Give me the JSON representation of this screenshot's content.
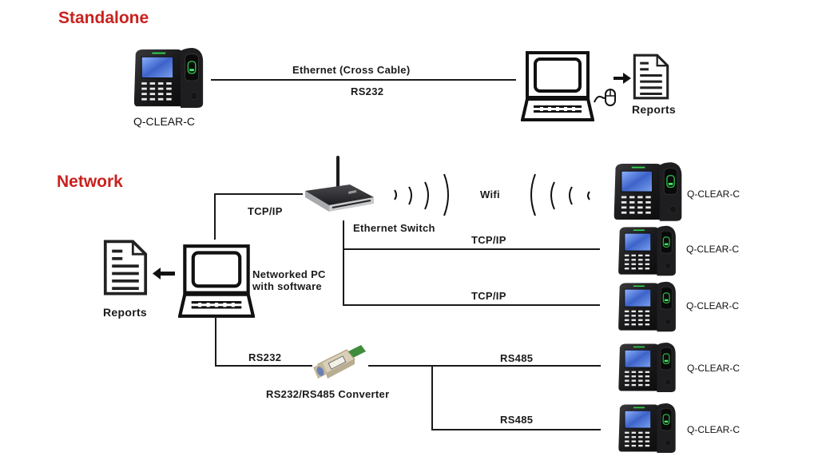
{
  "sections": {
    "standalone": {
      "title": "Standalone",
      "device_label": "Q-CLEAR-C",
      "link_label_top": "Ethernet  (Cross Cable)",
      "link_label_bottom": "RS232",
      "reports_label": "Reports"
    },
    "network": {
      "title": "Network",
      "switch_label": "Ethernet Switch",
      "pc_label_line1": "Networked PC",
      "pc_label_line2": "with software",
      "reports_label": "Reports",
      "pc_to_switch_label": "TCP/IP",
      "wifi_label": "Wifi",
      "converter_label": "RS232/RS485 Converter",
      "pc_to_converter_label": "RS232",
      "links": [
        {
          "label": "TCP/IP",
          "device_label": "Q-CLEAR-C"
        },
        {
          "label": "TCP/IP",
          "device_label": "Q-CLEAR-C"
        },
        {
          "label": "RS485",
          "device_label": "Q-CLEAR-C"
        },
        {
          "label": "RS485",
          "device_label": "Q-CLEAR-C"
        }
      ],
      "wifi_device_label": "Q-CLEAR-C"
    }
  },
  "colors": {
    "section_title": "#c9221f",
    "line": "#1a1a1a",
    "device_body": "#1c1c1e",
    "device_screen": "#5a7fd6",
    "fingerprint_glow": "#27d24a"
  }
}
